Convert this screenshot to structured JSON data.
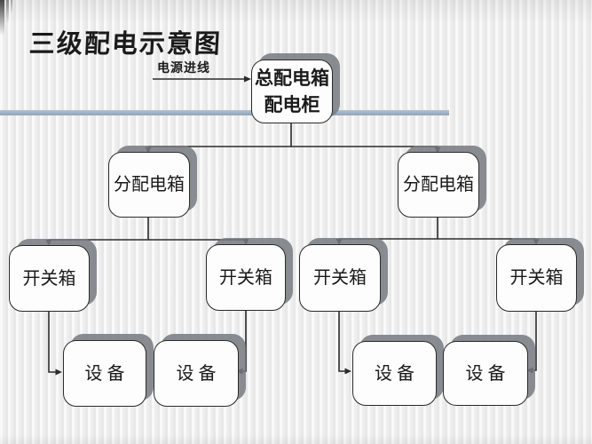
{
  "page": {
    "title": "三级配电示意图"
  },
  "labels": {
    "incoming": "电源进线"
  },
  "nodes": {
    "root": {
      "line1": "总配电箱",
      "line2": "配电柜"
    },
    "distribution": [
      {
        "label": "分配电箱"
      },
      {
        "label": "分配电箱"
      }
    ],
    "switch": [
      {
        "label": "开关箱"
      },
      {
        "label": "开关箱"
      },
      {
        "label": "开关箱"
      },
      {
        "label": "开关箱"
      }
    ],
    "equipment": [
      {
        "label": "设 备"
      },
      {
        "label": "设 备"
      },
      {
        "label": "设 备"
      },
      {
        "label": "设 备"
      }
    ]
  },
  "colors": {
    "accent_band": "#9cb0c4",
    "box_border": "#2a2a2a",
    "box_shadow": "#767a80",
    "background": "#eeeeee"
  }
}
